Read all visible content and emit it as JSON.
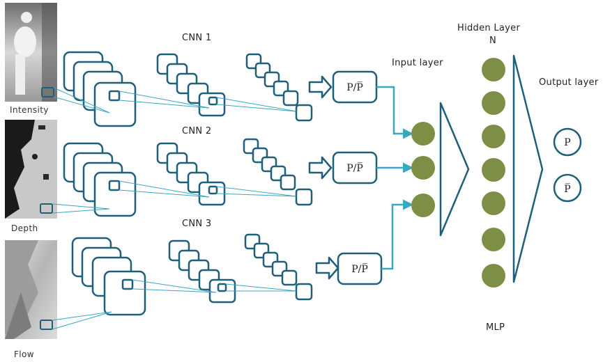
{
  "labels": {
    "cnn1": "CNN 1",
    "cnn2": "CNN 2",
    "cnn3": "CNN 3",
    "input_layer": "Input layer",
    "hidden_layer": "Hidden Layer",
    "hidden_n": "N",
    "output_layer": "Output layer",
    "mlp": "MLP",
    "intensity": "Intensity",
    "depth": "Depth",
    "flow": "Flow"
  },
  "nodes": {
    "pool_label": "P/P̅",
    "output_p": "P",
    "output_pbar": "P̅"
  },
  "colors": {
    "stroke_dark": "#1f5f78",
    "stroke_light": "#3aa6c4",
    "neuron": "#7d8f45"
  }
}
